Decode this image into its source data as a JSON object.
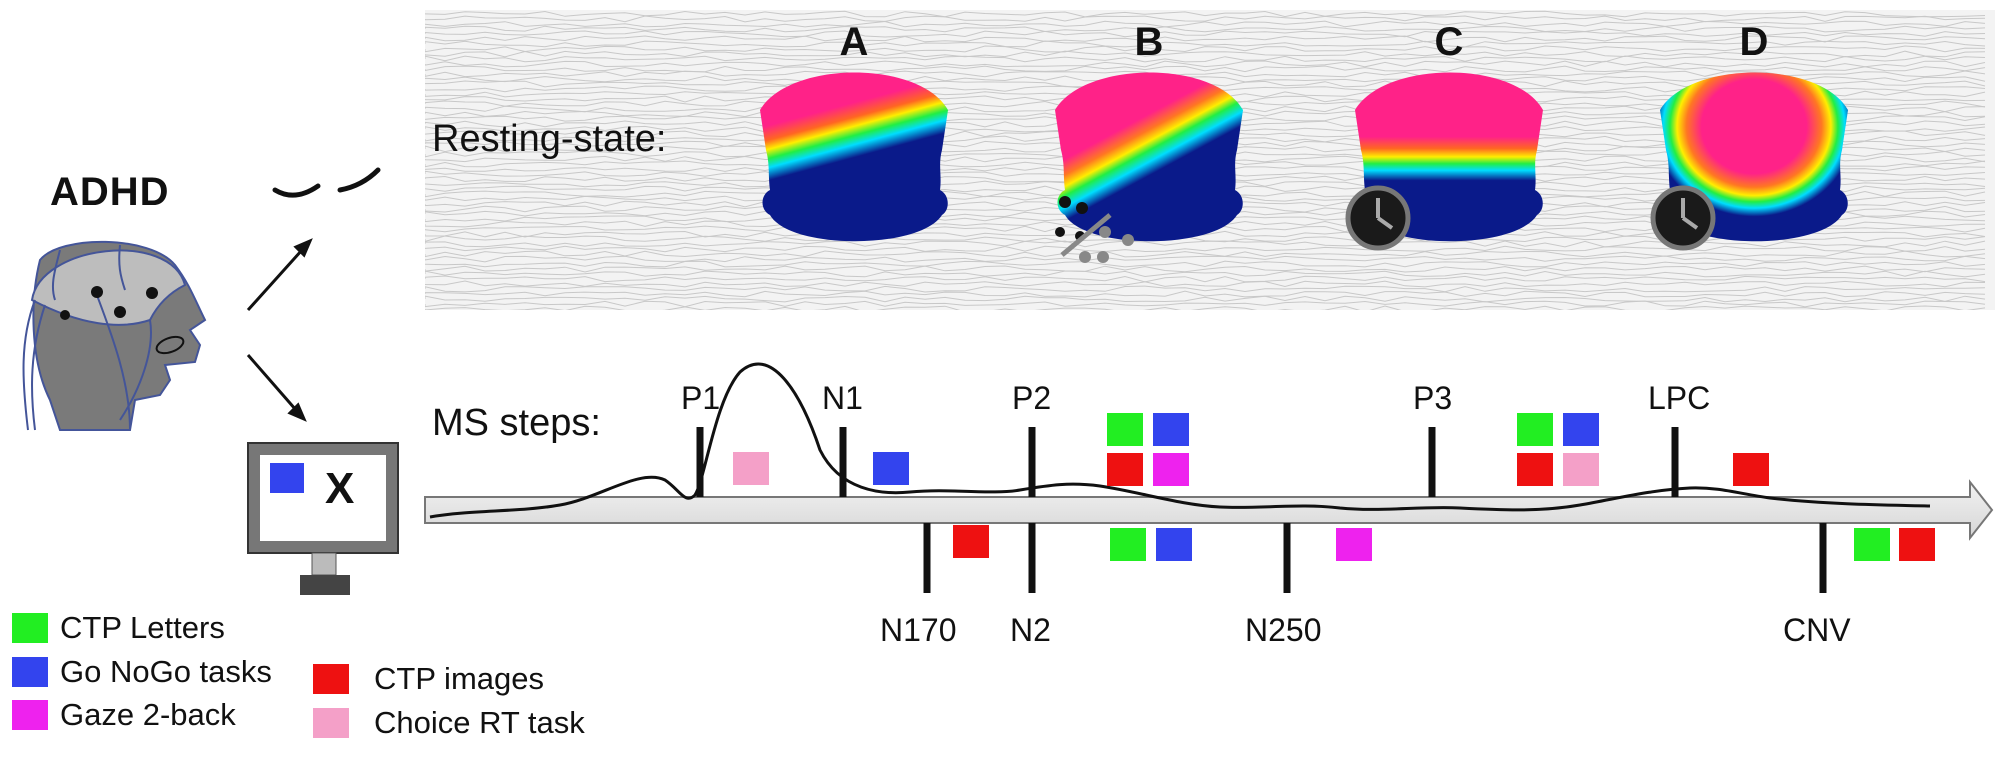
{
  "subject": {
    "label": "ADHD"
  },
  "resting_state": {
    "label": "Resting-state:",
    "maps": [
      {
        "letter": "A"
      },
      {
        "letter": "B"
      },
      {
        "letter": "C"
      },
      {
        "letter": "D"
      }
    ]
  },
  "ms_steps": {
    "label": "MS steps:",
    "top_peaks": [
      "P1",
      "N1",
      "P2",
      "P3",
      "LPC"
    ],
    "bottom_peaks": [
      "N170",
      "N2",
      "N250",
      "CNV"
    ]
  },
  "monitor": {
    "mark": "X"
  },
  "legend": [
    {
      "label": "CTP Letters",
      "color": "#22ee22"
    },
    {
      "label": "Go NoGo tasks",
      "color": "#3344ee"
    },
    {
      "label": "Gaze 2-back",
      "color": "#ee22ee"
    },
    {
      "label": "CTP images",
      "color": "#ee1111"
    },
    {
      "label": "Choice RT task",
      "color": "#f4a0c8"
    }
  ],
  "colors": {
    "ctp_letters": "#22ee22",
    "go_nogo": "#3344ee",
    "gaze_2back": "#ee22ee",
    "ctp_images": "#ee1111",
    "choice_rt": "#f4a0c8",
    "map_dark_blue": "#0a1a8a",
    "map_magenta": "#ff2288"
  }
}
